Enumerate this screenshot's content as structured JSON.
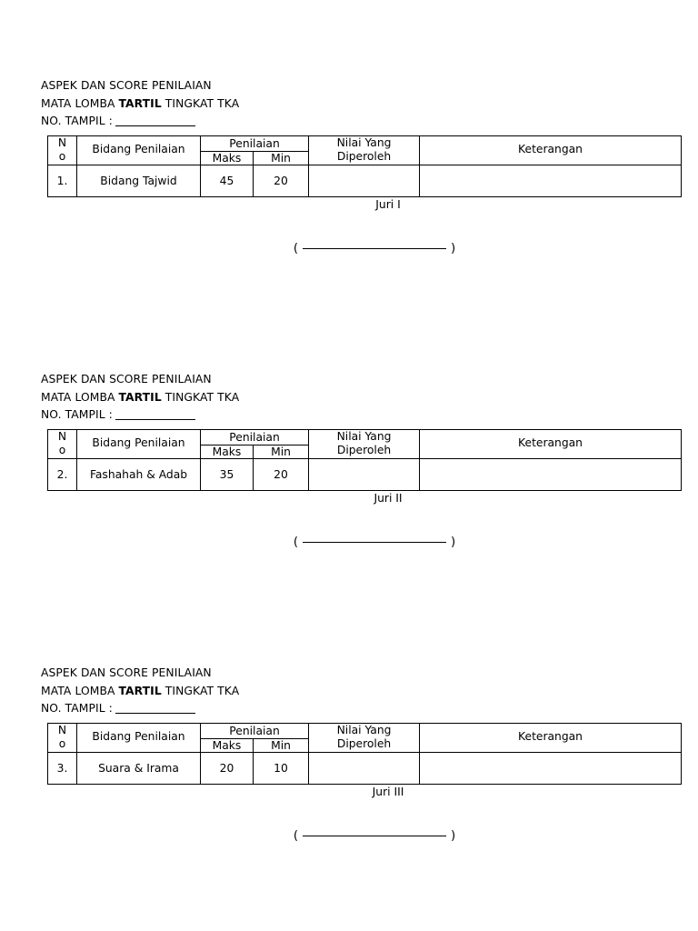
{
  "document": {
    "title_line1": "ASPEK DAN SCORE PENILAIAN",
    "contest_prefix": "MATA LOMBA ",
    "contest_name": "TARTIL",
    "contest_suffix": " TINGKAT TKA",
    "tampil_label": "NO. TAMPIL :"
  },
  "table_headers": {
    "no_char_1": "N",
    "no_char_2": "o",
    "bidang": "Bidang Penilaian",
    "penilaian": "Penilaian",
    "maks": "Maks",
    "min": "Min",
    "nilai_line1": "Nilai Yang",
    "nilai_line2": "Diperoleh",
    "keterangan": "Keterangan"
  },
  "signature": {
    "open_paren": "(",
    "close_paren": ")"
  },
  "blocks": [
    {
      "row": {
        "no": "1.",
        "bidang": "Bidang Tajwid",
        "maks": "45",
        "min": "20",
        "nilai": "",
        "keterangan": ""
      },
      "juri": "Juri I"
    },
    {
      "row": {
        "no": "2.",
        "bidang": "Fashahah & Adab",
        "maks": "35",
        "min": "20",
        "nilai": "",
        "keterangan": ""
      },
      "juri": "Juri II"
    },
    {
      "row": {
        "no": "3.",
        "bidang": "Suara & Irama",
        "maks": "20",
        "min": "10",
        "nilai": "",
        "keterangan": ""
      },
      "juri": "Juri III"
    }
  ]
}
